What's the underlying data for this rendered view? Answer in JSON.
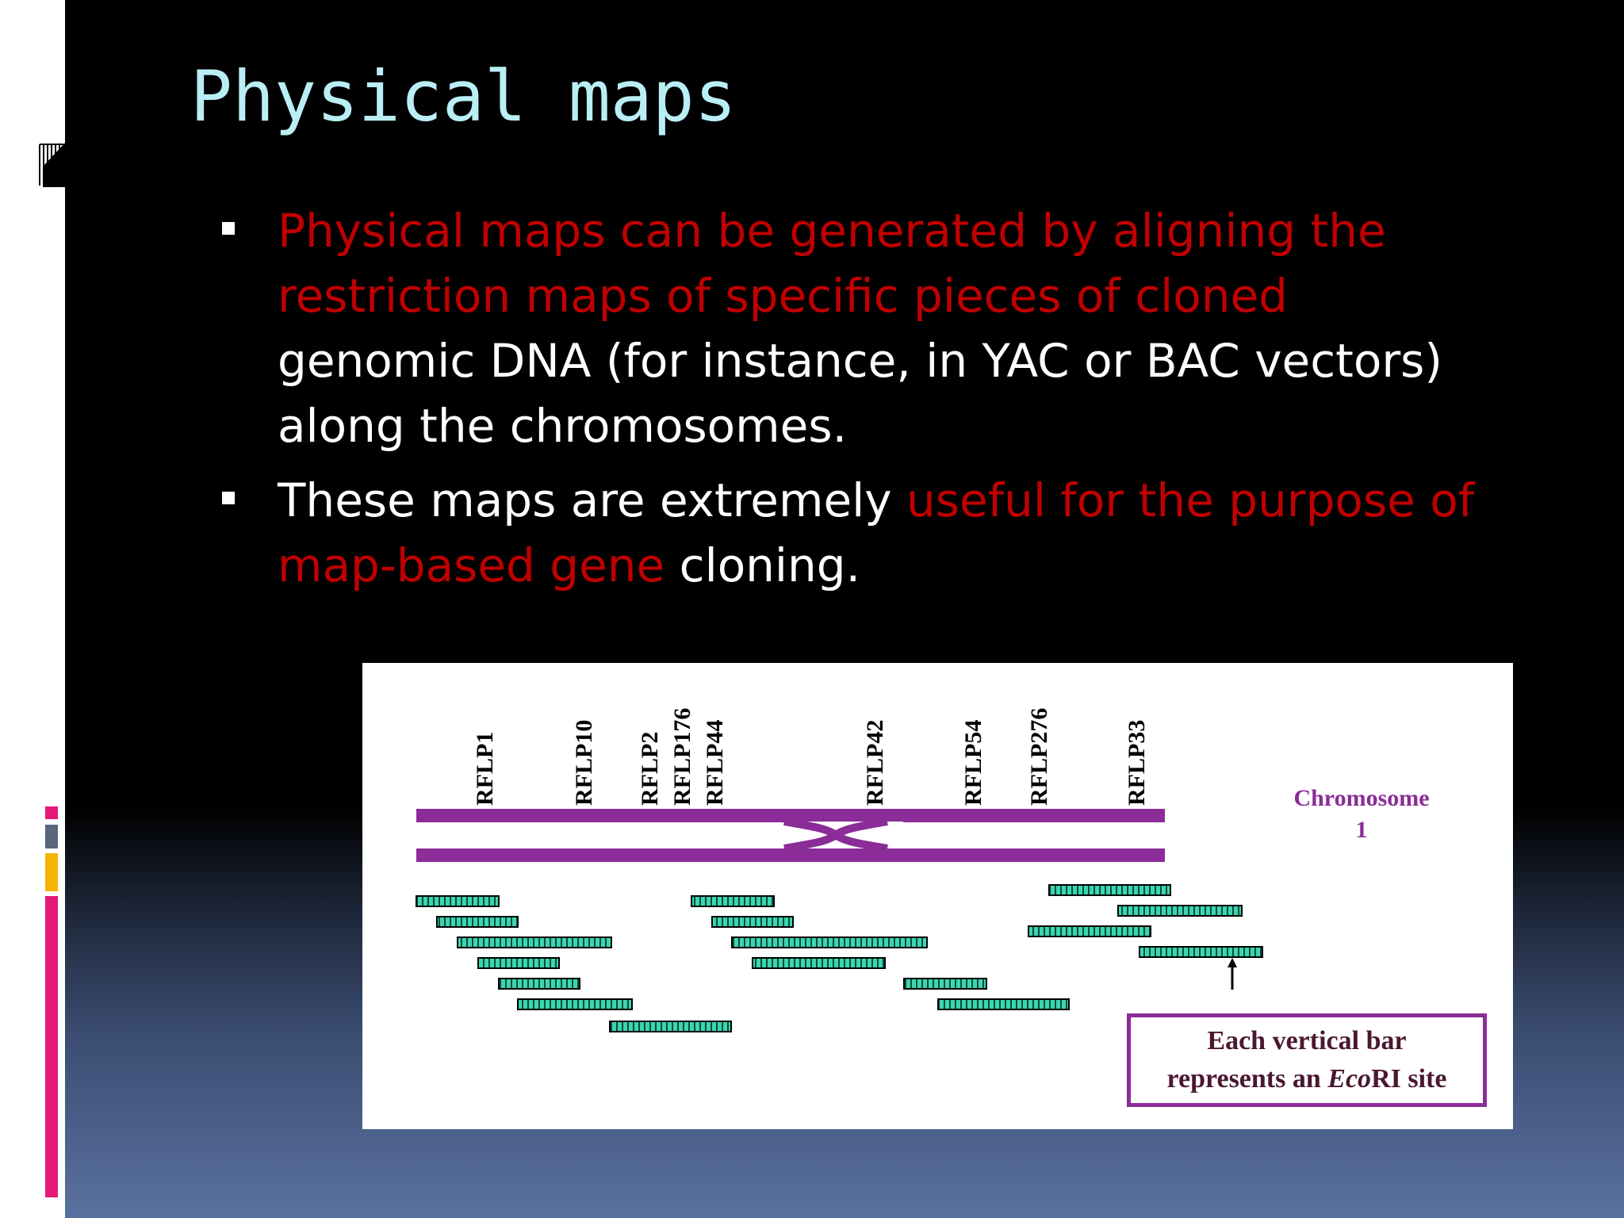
{
  "slide": {
    "title": "Physical maps",
    "bullets": [
      {
        "segments": [
          {
            "text": "Physical maps can be generated by aligning the restriction maps of specific pieces of cloned ",
            "emphasis": true
          },
          {
            "text": "genomic DNA (for instance, in YAC or BAC vectors) along the chromosomes.",
            "emphasis": false
          }
        ]
      },
      {
        "segments": [
          {
            "text": "These maps are extremely ",
            "emphasis": false
          },
          {
            "text": "useful for the purpose of map-based gene",
            "emphasis": true
          },
          {
            "text": " cloning.",
            "emphasis": false
          }
        ]
      }
    ]
  },
  "figure": {
    "rflp_markers": [
      "RFLP1",
      "RFLP10",
      "RFLP2",
      "RFLP176",
      "RFLP44",
      "RFLP42",
      "RFLP54",
      "RFLP276",
      "RFLP33"
    ],
    "chromosome_label": [
      "Chromosome",
      "1"
    ],
    "note": {
      "line1": "Each vertical bar",
      "line2_prefix": "represents an ",
      "line2_italic": "Eco",
      "line2_suffix": "RI site"
    }
  },
  "colors": {
    "title": "#b9eef5",
    "body_text": "#ffffff",
    "emphasis_text": "#c00000",
    "chromosome": "#8b2c98",
    "clone_fill": "#3ad6b0",
    "deco_pink": "#e6197a",
    "deco_slate": "#59657a",
    "deco_gold": "#f5b400"
  }
}
